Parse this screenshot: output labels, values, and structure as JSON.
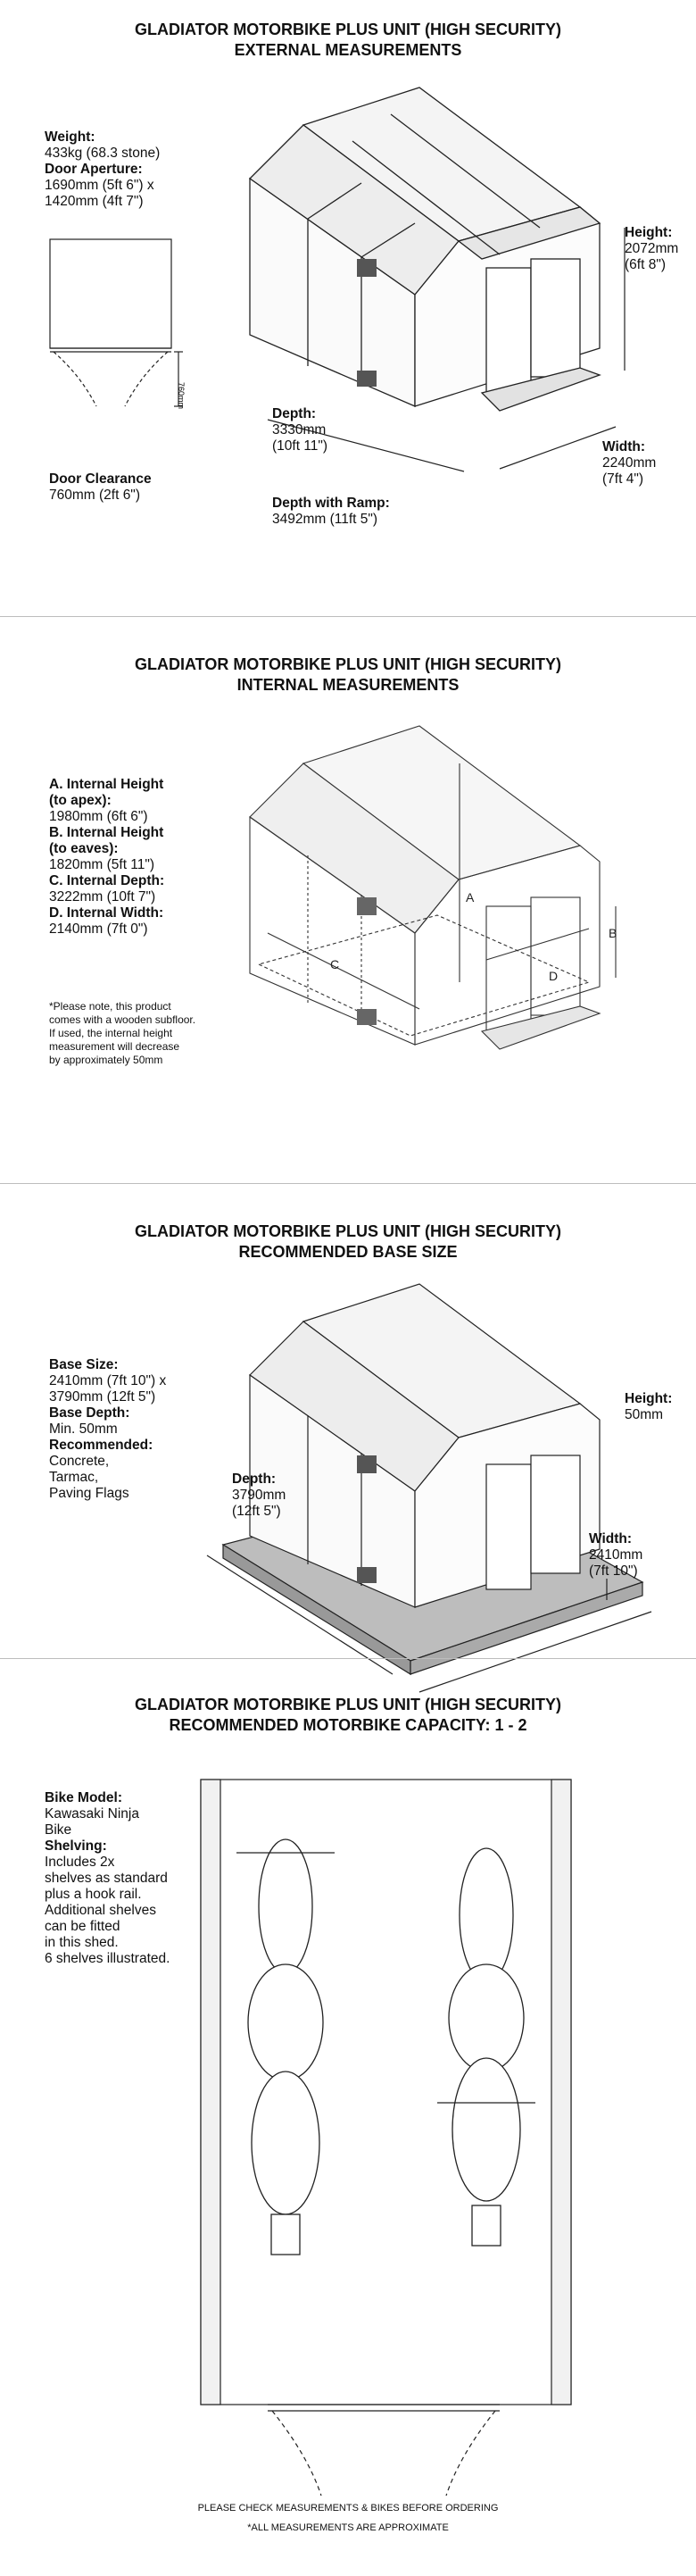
{
  "s1": {
    "title1": "GLADIATOR MOTORBIKE PLUS UNIT (HIGH SECURITY)",
    "title2": "EXTERNAL MEASUREMENTS",
    "weight_h": "Weight:",
    "weight_v": "433kg (68.3 stone)",
    "door_h": "Door Aperture:",
    "door_v1": "1690mm (5ft 6\") x",
    "door_v2": "1420mm (4ft 7\")",
    "clear_h": "Door Clearance",
    "clear_v": "760mm (2ft 6\")",
    "clear_dim": "760mm",
    "height_h": "Height:",
    "height_v1": "2072mm",
    "height_v2": "(6ft 8\")",
    "depth_h": "Depth:",
    "depth_v1": "3330mm",
    "depth_v2": "(10ft 11\")",
    "width_h": "Width:",
    "width_v1": "2240mm",
    "width_v2": "(7ft 4\")",
    "ramp_h": "Depth with Ramp:",
    "ramp_v": "3492mm (11ft 5\")"
  },
  "s2": {
    "title1": "GLADIATOR MOTORBIKE PLUS UNIT (HIGH SECURITY)",
    "title2": "INTERNAL MEASUREMENTS",
    "a_h": "A. Internal Height",
    "a_h2": "(to apex):",
    "a_v": "1980mm (6ft 6\")",
    "b_h": "B. Internal Height",
    "b_h2": "(to eaves):",
    "b_v": "1820mm (5ft 11\")",
    "c_h": "C. Internal Depth:",
    "c_v": "3222mm (10ft 7\")",
    "d_h": "D. Internal Width:",
    "d_v": "2140mm (7ft 0\")",
    "note1": "*Please note, this product",
    "note2": "comes with a wooden subfloor.",
    "note3": "If used, the internal height",
    "note4": "measurement will decrease",
    "note5": "by approximately 50mm",
    "tag_a": "A",
    "tag_b": "B",
    "tag_c": "C",
    "tag_d": "D"
  },
  "s3": {
    "title1": "GLADIATOR MOTORBIKE PLUS UNIT (HIGH SECURITY)",
    "title2": "RECOMMENDED BASE SIZE",
    "size_h": "Base Size:",
    "size_v1": "2410mm (7ft 10\") x",
    "size_v2": "3790mm (12ft 5\")",
    "depth_h": "Base Depth:",
    "depth_v": "Min. 50mm",
    "rec_h": "Recommended:",
    "rec_1": "Concrete,",
    "rec_2": "Tarmac,",
    "rec_3": "Paving Flags",
    "height_h": "Height:",
    "height_v": "50mm",
    "bdepth_h": "Depth:",
    "bdepth_v1": "3790mm",
    "bdepth_v2": "(12ft 5\")",
    "width_h": "Width:",
    "width_v1": "2410mm",
    "width_v2": "(7ft 10\")"
  },
  "s4": {
    "title1": "GLADIATOR MOTORBIKE PLUS UNIT (HIGH SECURITY)",
    "title2": "RECOMMENDED MOTORBIKE CAPACITY: 1 - 2",
    "model_h": "Bike Model:",
    "model_v1": "Kawasaki Ninja",
    "model_v2": "Bike",
    "shelf_h": "Shelving:",
    "shelf_1": "Includes 2x",
    "shelf_2": "shelves as standard",
    "shelf_3": "plus a hook rail.",
    "shelf_4": "Additional shelves",
    "shelf_5": "can be fitted",
    "shelf_6": "in this shed.",
    "shelf_7": "6 shelves illustrated."
  },
  "footer": {
    "line1": "PLEASE CHECK MEASUREMENTS & BIKES BEFORE ORDERING",
    "line2": "*ALL MEASUREMENTS ARE APPROXIMATE"
  }
}
